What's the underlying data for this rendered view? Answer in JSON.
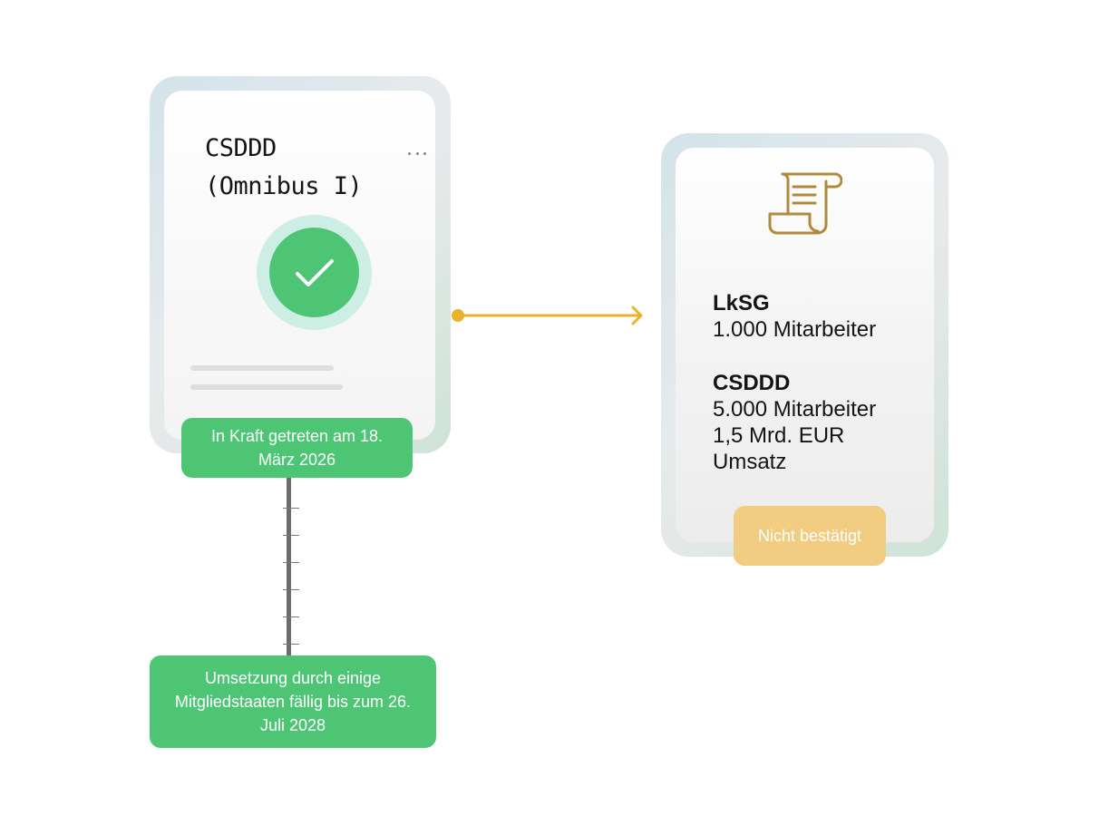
{
  "left_card": {
    "title_line1": "CSDDD",
    "title_line2": "(Omnibus I)",
    "more_icon": "ellipsis-icon",
    "status_icon": "checkmark-icon"
  },
  "badges": {
    "in_force": "In Kraft getreten am 18. März 2026",
    "deadline": "Umsetzung durch einige Mitgliedstaaten fällig bis zum 26. Juli 2028"
  },
  "right_card": {
    "icon": "scroll-icon",
    "lksg_title": "LkSG",
    "lksg_line1": "1.000 Mitarbeiter",
    "csddd_title": "CSDDD",
    "csddd_line1": "5.000 Mitarbeiter",
    "csddd_line2": "1,5 Mrd. EUR",
    "csddd_line3": "Umsatz",
    "status": "Nicht bestätigt"
  },
  "colors": {
    "green": "#4ec575",
    "green_halo": "#cdeee5",
    "amber": "#f2cc80",
    "connector": "#e7b429",
    "scroll_icon": "#b08a3c"
  }
}
